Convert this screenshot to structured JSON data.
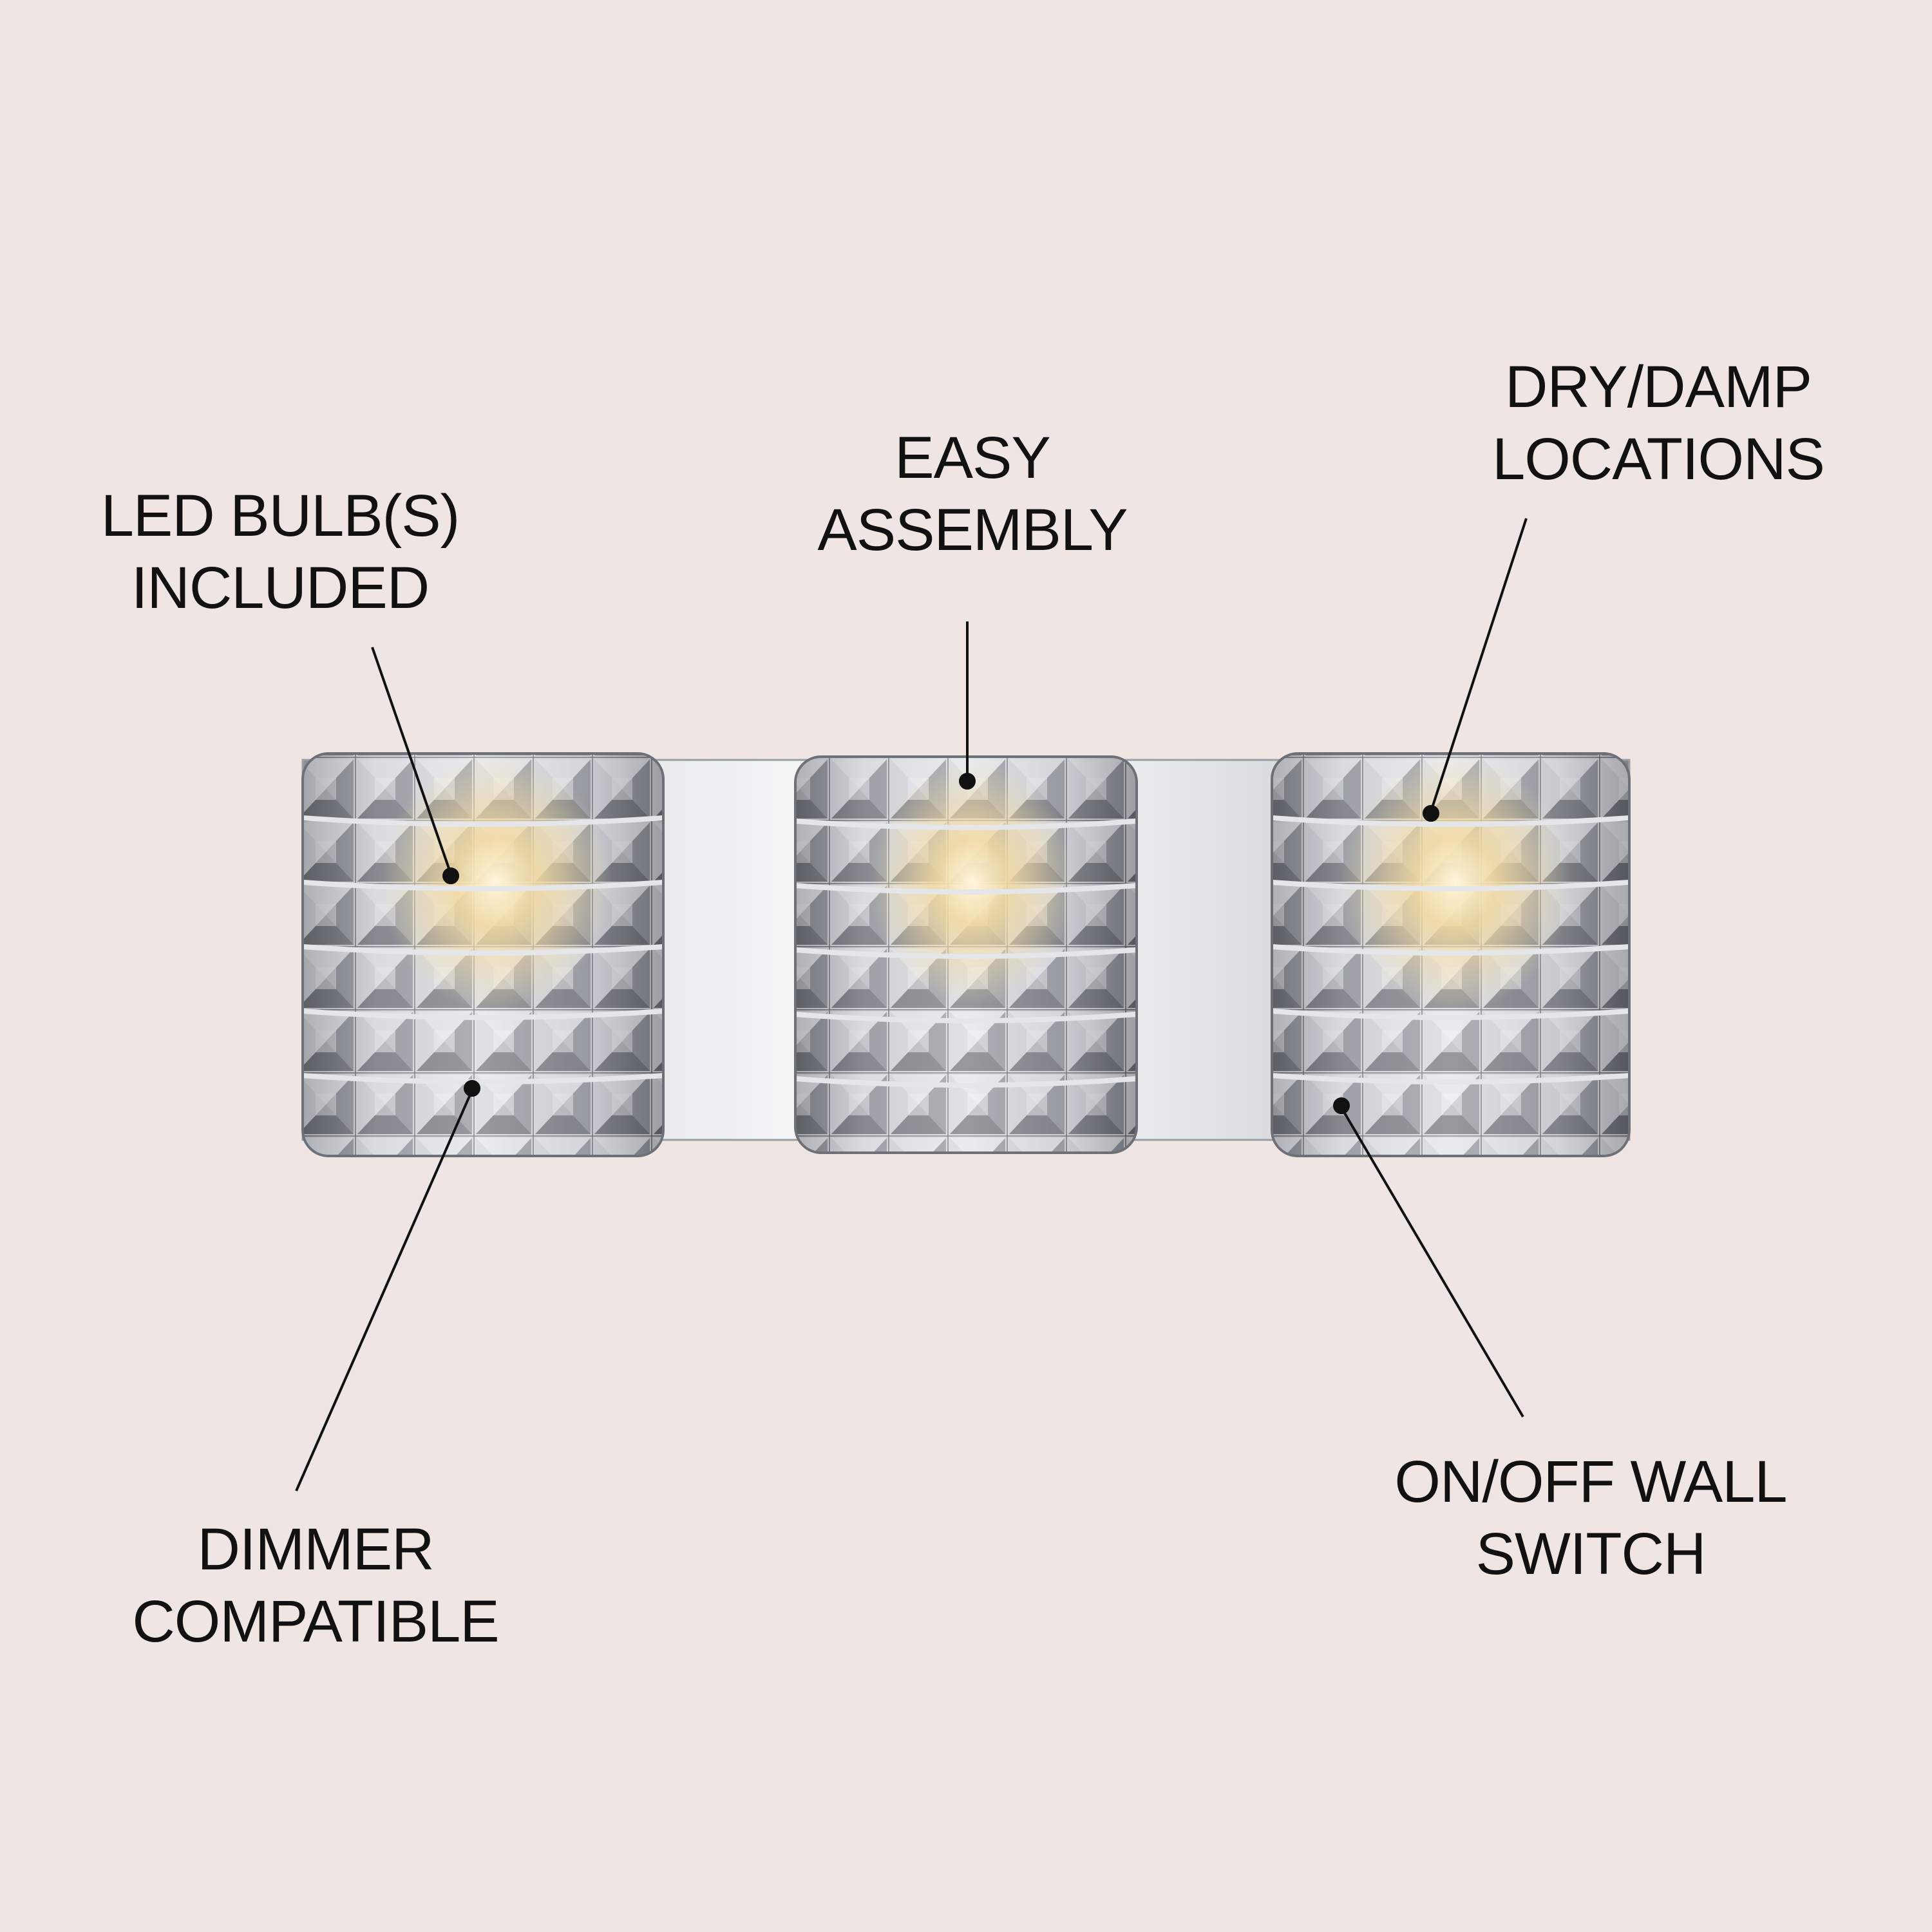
{
  "colors": {
    "background": "#efe6e3",
    "text": "#111111",
    "leader_line": "#111111",
    "chrome": "#c9ccd1",
    "crystal_dark": "#5c6068",
    "crystal_light": "#f4f5f7",
    "bulb_glow": "#f3d9a0"
  },
  "product": {
    "name": "three-light crystal vanity wall sconce",
    "shades": 3
  },
  "callouts": {
    "led_bulbs": {
      "line1": "LED BULB(S)",
      "line2": "INCLUDED"
    },
    "easy_assembly": {
      "line1": "EASY",
      "line2": "ASSEMBLY"
    },
    "dry_damp": {
      "line1": "DRY/DAMP",
      "line2": "LOCATIONS"
    },
    "dimmer": {
      "line1": "DIMMER",
      "line2": "COMPATIBLE"
    },
    "on_off": {
      "line1": "ON/OFF WALL",
      "line2": "SWITCH"
    }
  }
}
